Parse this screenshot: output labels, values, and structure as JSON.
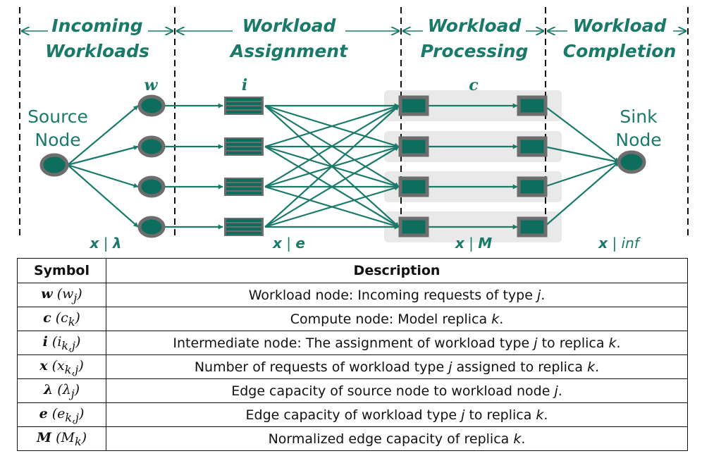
{
  "colors": {
    "teal": "#1a7a6a",
    "node_fill": "#0e6e5e",
    "node_border": "#6d6d6d",
    "band": "#e9e9e9"
  },
  "stages": [
    {
      "line1": "Incoming",
      "line2": "Workloads"
    },
    {
      "line1": "Workload",
      "line2": "Assignment"
    },
    {
      "line1": "Workload",
      "line2": "Processing"
    },
    {
      "line1": "Workload",
      "line2": "Completion"
    }
  ],
  "nodes": {
    "source": {
      "line1": "Source",
      "line2": "Node"
    },
    "sink": {
      "line1": "Sink",
      "line2": "Node"
    },
    "w_symbol": "w",
    "i_symbol": "i",
    "c_symbol": "c"
  },
  "capacities": [
    {
      "var": "x",
      "sep": "|",
      "val": "λ",
      "style": "bold"
    },
    {
      "var": "x",
      "sep": "|",
      "val": "e",
      "style": "bold"
    },
    {
      "var": "x",
      "sep": "|",
      "val": "M",
      "style": "bold"
    },
    {
      "var": "x",
      "sep": "|",
      "val": "inf",
      "style": "italic"
    }
  ],
  "table": {
    "headers": [
      "Symbol",
      "Description"
    ],
    "rows": [
      {
        "sym": "w",
        "sub": "(w",
        "subi": "j",
        "close": ")",
        "desc_pre": "Workload node: Incoming requests of type ",
        "desc_var": "j",
        "desc_post": "."
      },
      {
        "sym": "c",
        "sub": "(c",
        "subi": "k",
        "close": ")",
        "desc_pre": "Compute node: Model replica ",
        "desc_var": "k",
        "desc_post": "."
      },
      {
        "sym": "i",
        "sub": "(i",
        "subi": "k,j",
        "close": ")",
        "desc_pre": "Intermediate node: The assignment of workload type ",
        "desc_var": "j",
        "desc_mid": " to replica ",
        "desc_var2": "k",
        "desc_post": "."
      },
      {
        "sym": "x",
        "sub": "(x",
        "subi": "k,j",
        "close": ")",
        "desc_pre": "Number of requests of workload type ",
        "desc_var": "j",
        "desc_mid": " assigned to replica ",
        "desc_var2": "k",
        "desc_post": "."
      },
      {
        "sym": "λ",
        "sub": "(λ",
        "subi": "j",
        "close": ")",
        "desc_pre": "Edge capacity of source node to workload node ",
        "desc_var": "j",
        "desc_post": "."
      },
      {
        "sym": "e",
        "sub": "(e",
        "subi": "k,j",
        "close": ")",
        "desc_pre": "Edge capacity of workload type ",
        "desc_var": "j",
        "desc_mid": " to replica ",
        "desc_var2": "k",
        "desc_post": "."
      },
      {
        "sym": "M",
        "sub": "(M",
        "subi": "k",
        "close": ")",
        "desc_pre": "Normalized edge capacity of replica ",
        "desc_var": "k",
        "desc_post": "."
      }
    ]
  }
}
